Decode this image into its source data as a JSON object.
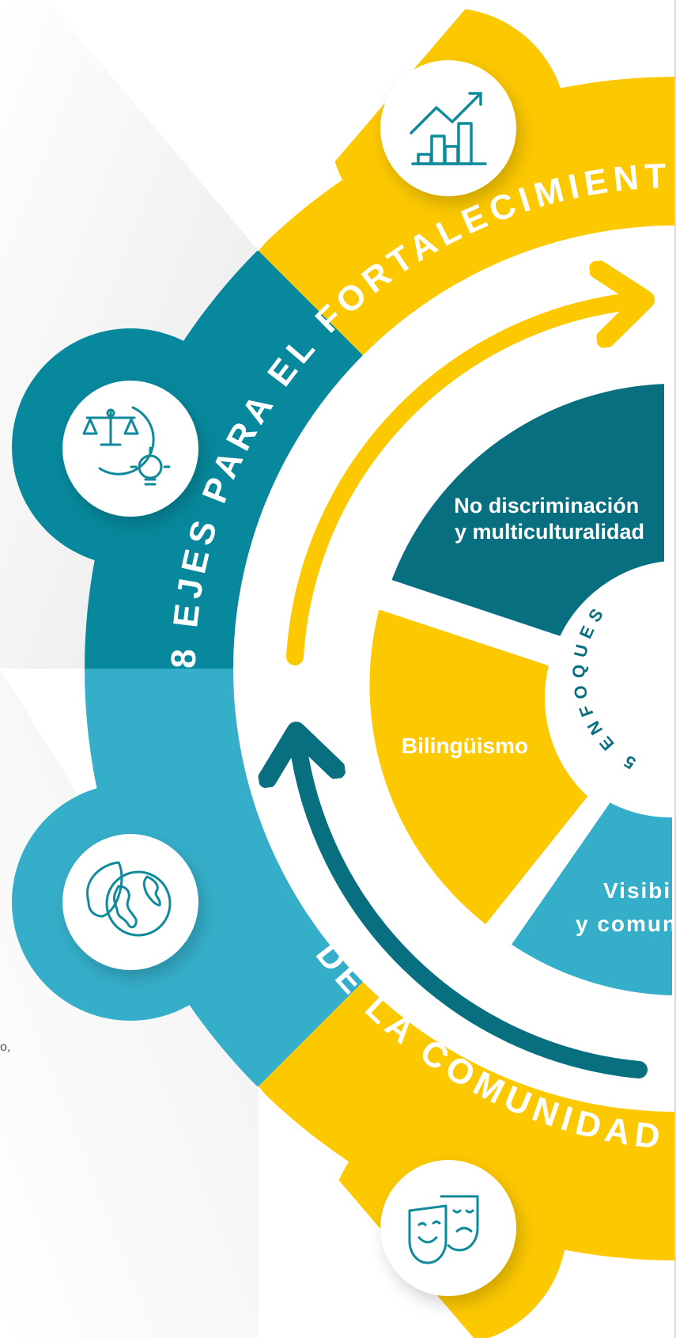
{
  "title": {
    "number": "8",
    "top_arc": "EJES PARA EL FORTALECIMIENTO",
    "bottom_arc": "DE LA COMUNIDAD"
  },
  "center_label": {
    "number": "5",
    "text": "ENFOQUES"
  },
  "segments": [
    {
      "line1": "No discriminación",
      "line2": "y multiculturalidad"
    },
    {
      "line1": "Bilingüismo",
      "line2": ""
    },
    {
      "line1": "Visibi",
      "line2": "y comun"
    }
  ],
  "clipped_text": "o,",
  "icons": [
    "growth-chart-icon",
    "justice-idea-icon",
    "world-leaf-icon",
    "theater-masks-icon"
  ],
  "colors": {
    "yellow": "#FCC800",
    "teal_dark": "#076F7F",
    "teal_mid": "#07889C",
    "teal_light": "#35AEC9",
    "icon_stroke": "#0E8A9B"
  }
}
